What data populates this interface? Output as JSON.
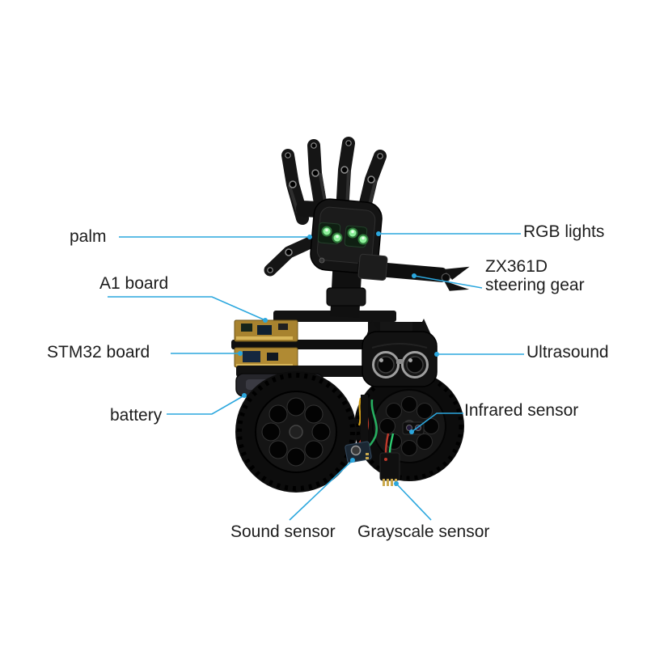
{
  "colors": {
    "leader_line": "#2ba7de",
    "label_text": "#1d1d1d",
    "led_green": "#8df09b"
  },
  "labels": {
    "palm": "palm",
    "rgb_lights": "RGB lights",
    "a1_board": "A1 board",
    "zx361d_line1": "ZX361D",
    "zx361d_line2": "steering gear",
    "stm32_board": "STM32 board",
    "ultrasound": "Ultrasound",
    "battery": "battery",
    "infrared_sensor": "Infrared sensor",
    "sound_sensor": "Sound sensor",
    "grayscale_sensor": "Grayscale sensor"
  }
}
